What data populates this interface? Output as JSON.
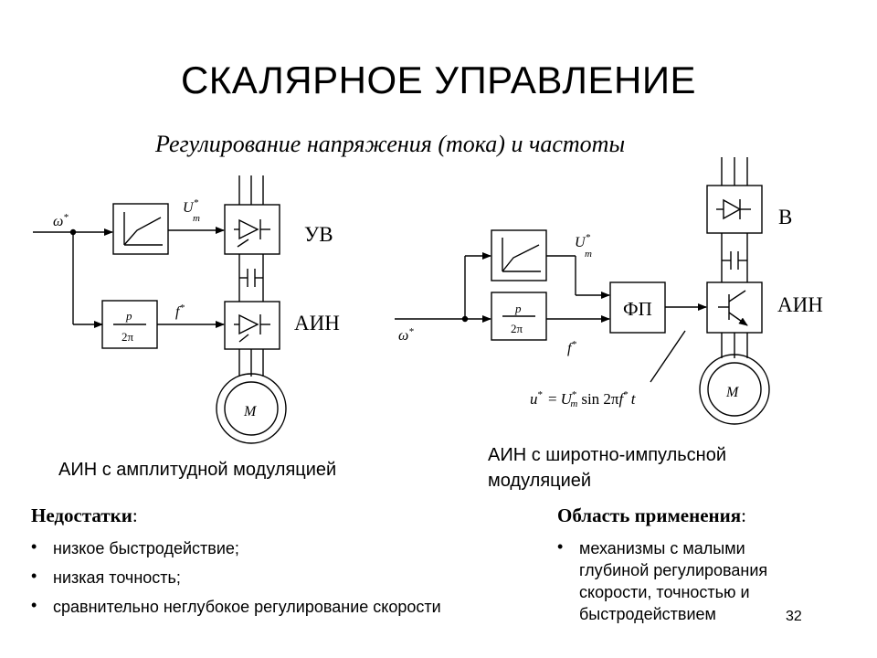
{
  "title": "СКАЛЯРНОЕ УПРАВЛЕНИЕ",
  "subtitle": "Регулирование напряжения (тока) и частоты",
  "left_scheme": {
    "omega_ref": "ω",
    "star": "*",
    "U_label": "U",
    "U_sub": "m",
    "f_label": "f",
    "p_num": "p",
    "p_den": "2π",
    "rectifier_label": "УВ",
    "inverter_label": "АИН",
    "motor_label": "M",
    "caption": "АИН с амплитудной модуляцией"
  },
  "right_scheme": {
    "omega_ref": "ω",
    "star": "*",
    "U_label": "U",
    "U_sub": "m",
    "f_label": "f",
    "p_num": "p",
    "p_den": "2π",
    "fp_label": "ФП",
    "rectifier_label": "В",
    "inverter_label": "АИН",
    "motor_label": "M",
    "formula": {
      "u": "u",
      "eq": "=",
      "U": "U",
      "sub": "m",
      "sin": "sin 2π",
      "f": "f",
      "t": "t"
    },
    "caption_line1": "АИН с широтно-импульсной",
    "caption_line2": "модуляцией"
  },
  "disadvantages": {
    "heading": "Недостатки",
    "colon": ":",
    "bullet": "•",
    "items": [
      "низкое быстродействие;",
      "низкая точность;",
      "сравнительно неглубокое регулирование скорости"
    ]
  },
  "application": {
    "heading": "Область применения",
    "colon": ":",
    "bullet": "•",
    "items": [
      "механизмы с малыми глубиной регулирования скорости, точностью и быстродействием"
    ]
  },
  "page_number": "32"
}
